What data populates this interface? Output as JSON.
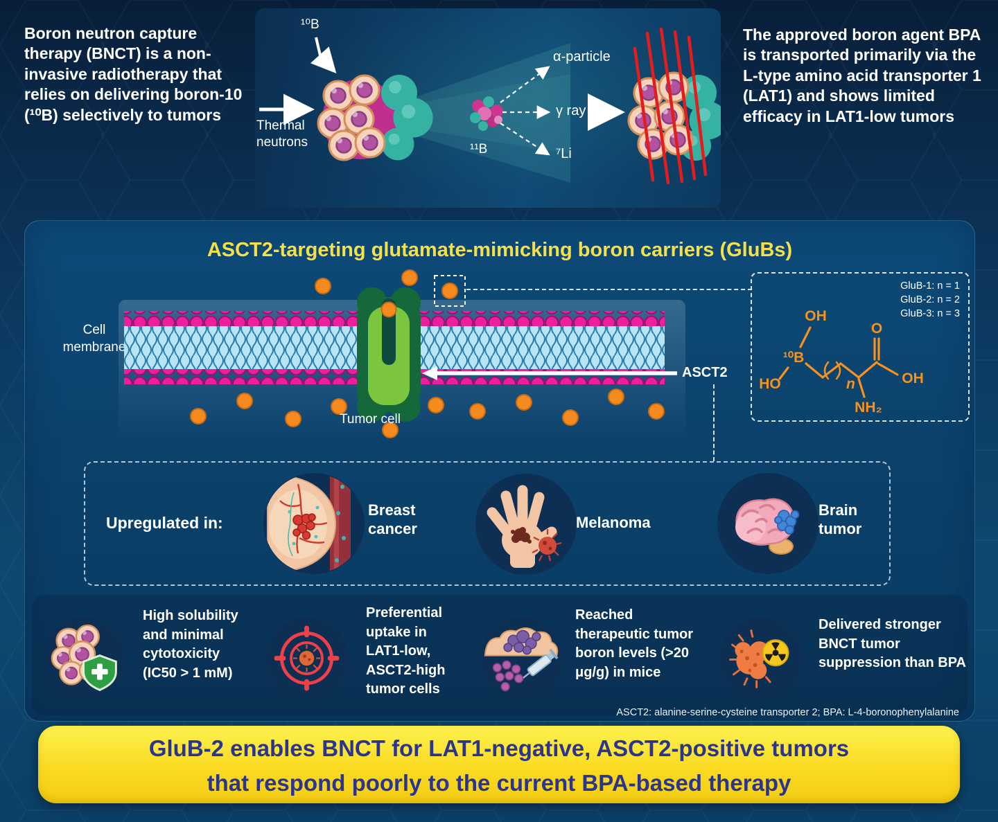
{
  "header": {
    "left_text": "Boron neutron capture therapy (BNCT) is a non-invasive radiotherapy that relies on delivering boron-10 (¹⁰B) selectively to tumors",
    "right_text": "The approved boron agent BPA is transported primarily via the L-type amino acid transporter 1 (LAT1) and shows limited efficacy in LAT1-low tumors",
    "diagram": {
      "b10": "¹⁰B",
      "thermal_neutrons": "Thermal neutrons",
      "alpha_particle": "α-particle",
      "gamma_ray": "γ ray",
      "li7": "⁷Li",
      "b11": "¹¹B"
    }
  },
  "main_panel": {
    "title": "ASCT2-targeting glutamate-mimicking boron carriers (GluBs)",
    "membrane": {
      "cell_membrane": "Cell membrane",
      "tumor_cell": "Tumor cell",
      "asct2": "ASCT2"
    },
    "structure_box": {
      "variants": [
        "GluB-1: n = 1",
        "GluB-2: n = 2",
        "GluB-3: n = 3"
      ],
      "atoms": {
        "oh_top": "OH",
        "b10": "¹⁰B",
        "ho": "HO",
        "n": "n",
        "o": "O",
        "oh_right": "OH",
        "nh2": "NH₂"
      }
    },
    "upregulated": {
      "label": "Upregulated in:",
      "items": [
        {
          "name": "Breast cancer",
          "icon": "breast-cancer-icon"
        },
        {
          "name": "Melanoma",
          "icon": "melanoma-icon"
        },
        {
          "name": "Brain tumor",
          "icon": "brain-tumor-icon"
        }
      ]
    }
  },
  "features": [
    {
      "text": "High solubility and minimal cytotoxicity (IC50 > 1 mM)",
      "icon": "cells-shield-icon"
    },
    {
      "text": "Preferential uptake in LAT1-low, ASCT2-high tumor cells",
      "icon": "target-icon"
    },
    {
      "text": "Reached therapeutic tumor boron levels (>20 μg/g) in mice",
      "icon": "tissue-syringe-icon"
    },
    {
      "text": "Delivered stronger BNCT tumor suppression than BPA",
      "icon": "radiation-cell-icon"
    }
  ],
  "footnote": "ASCT2: alanine-serine-cysteine transporter 2; BPA: L-4-boronophenylalanine",
  "banner": {
    "line1": "GluB-2 enables BNCT for LAT1-negative, ASCT2-positive tumors",
    "line2": "that respond poorly to the current BPA-based therapy"
  },
  "colors": {
    "title_yellow": "#f6e04a",
    "banner_yellow": "#fada22",
    "banner_text": "#2b3590",
    "boron_orange": "#f58a1f",
    "membrane_pink": "#ec1f9e",
    "transporter_green": "#7cc63f",
    "background_blue": "#0c3a60"
  }
}
